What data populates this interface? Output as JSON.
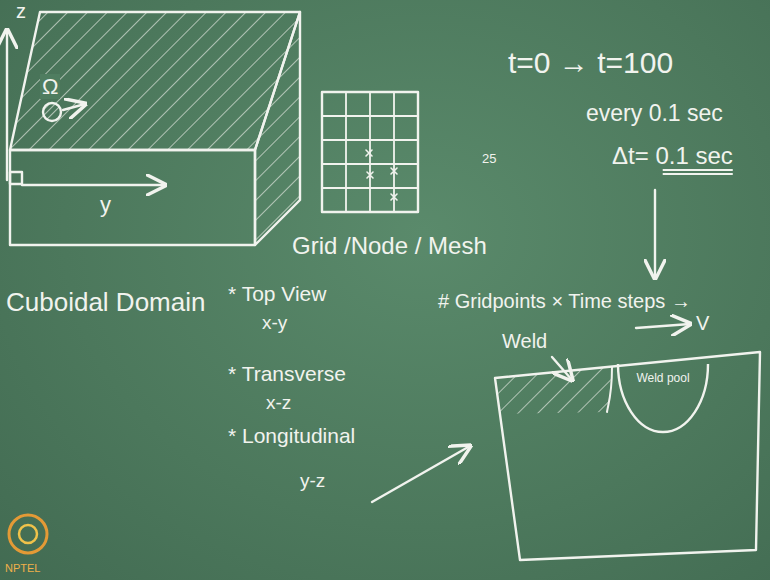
{
  "diagram": {
    "nodes": [
      {
        "text": [
          "Weld pool"
        ]
      }
    ],
    "labels": [
      "z",
      "Ω",
      "y",
      "Cuboidal Domain",
      "25",
      "t=0 → t=100",
      "every 0.1 sec",
      "Δt= 0.1 sec",
      "Grid /Node / Mesh",
      "* Top View",
      "x-y",
      "* Transverse",
      "x-z",
      "* Longitudinal",
      "y-z",
      "# Gridpoints × Time steps →",
      "Weld",
      "V",
      "NPTEL"
    ]
  }
}
